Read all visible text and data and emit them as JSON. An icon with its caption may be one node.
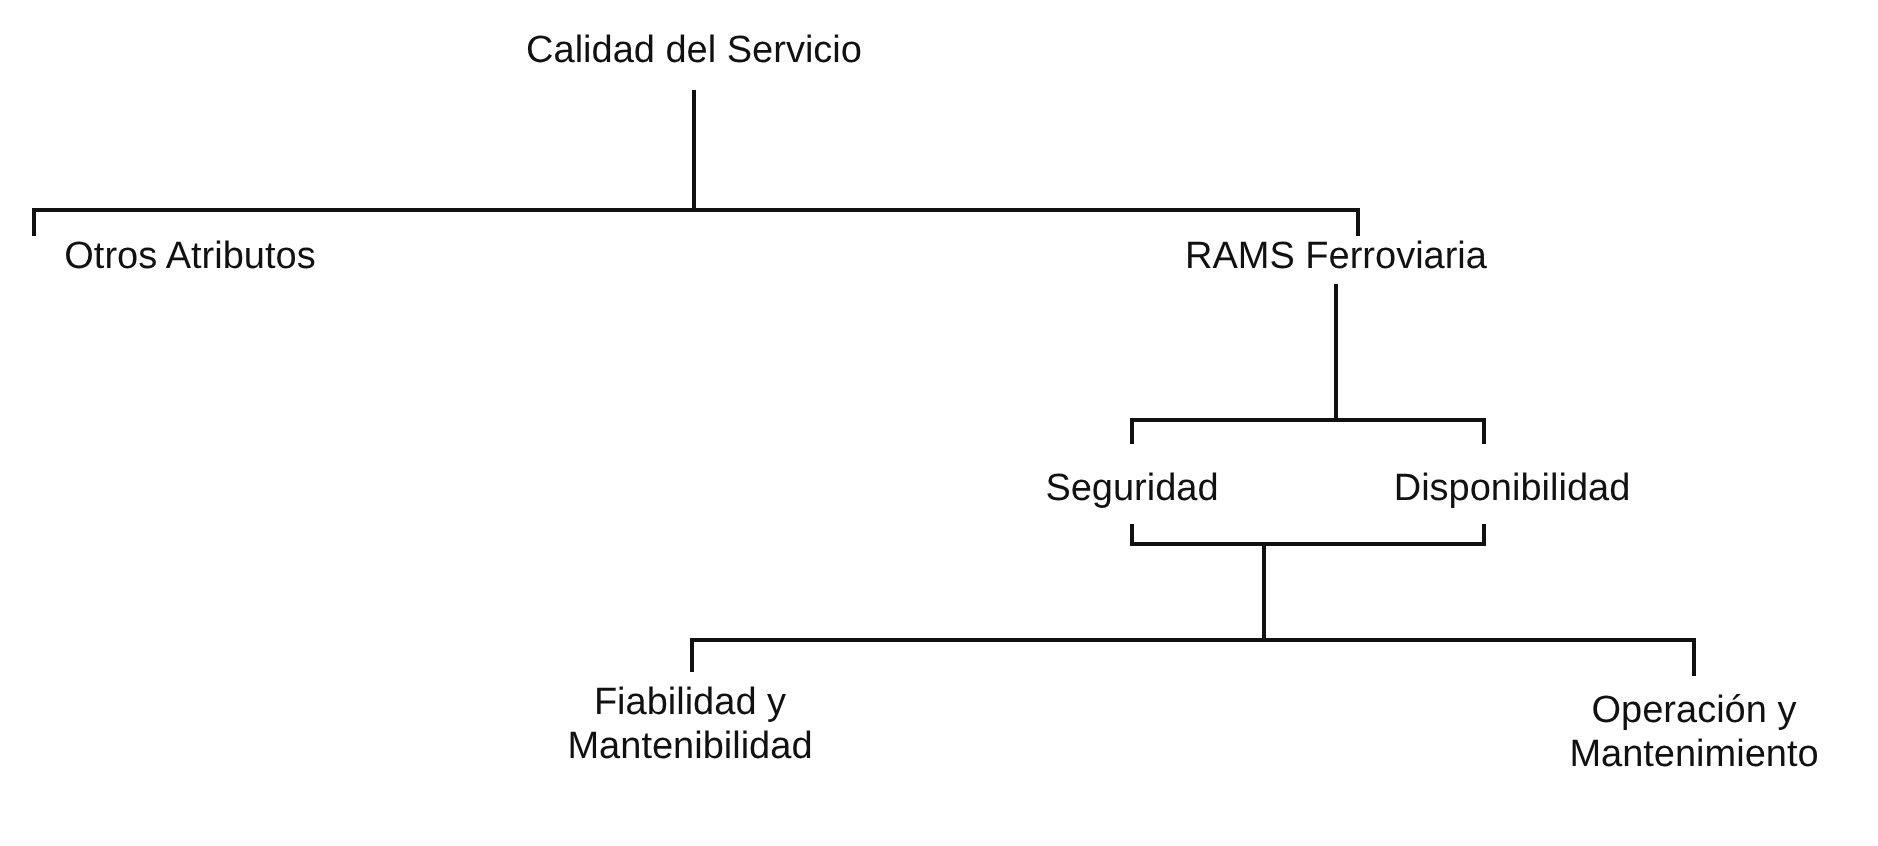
{
  "diagram": {
    "nodes": [
      {
        "text": [
          "Calidad del Servicio"
        ]
      },
      {
        "text": [
          "Otros Atributos"
        ]
      },
      {
        "text": [
          "RAMS Ferroviaria"
        ]
      },
      {
        "text": [
          "Seguridad"
        ]
      },
      {
        "text": [
          "Disponibilidad"
        ]
      },
      {
        "text": [
          "Fiabilidad y Mantenibilidad"
        ]
      },
      {
        "text": [
          "Operación y Mantenimiento"
        ]
      }
    ],
    "edges": [
      {
        "from": 0,
        "to": 1,
        "arrow": "none"
      },
      {
        "from": 0,
        "to": 2,
        "arrow": "none"
      },
      {
        "from": 2,
        "to": 3,
        "arrow": "none"
      },
      {
        "from": 2,
        "to": 4,
        "arrow": "none"
      },
      {
        "from": 3,
        "to": 5,
        "arrow": "none"
      },
      {
        "from": 3,
        "to": 6,
        "arrow": "none"
      },
      {
        "from": 4,
        "to": 5,
        "arrow": "none"
      },
      {
        "from": 4,
        "to": 6,
        "arrow": "none"
      }
    ]
  }
}
